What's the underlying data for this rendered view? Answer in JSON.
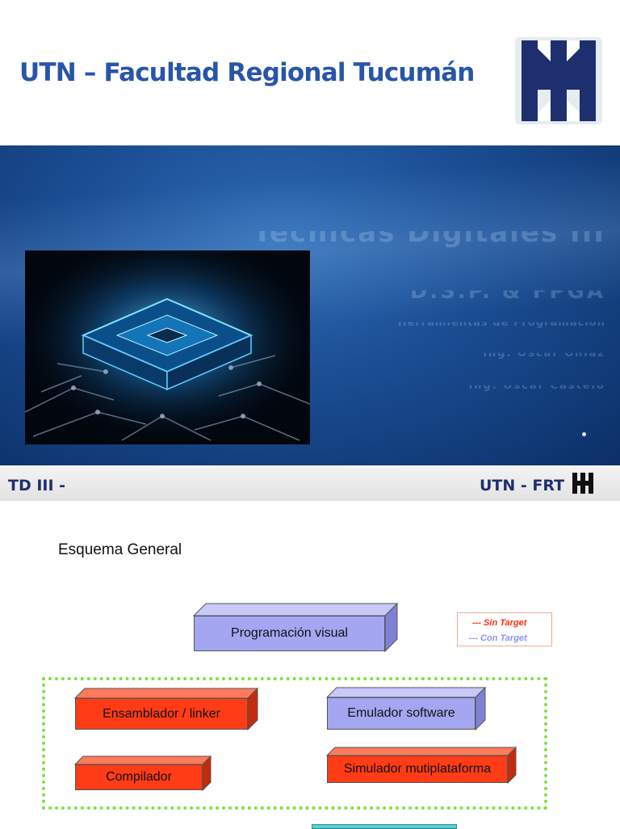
{
  "slide1": {
    "header_title": "UTN – Facultad Regional Tucumán",
    "banner_ghost_lines": [
      "Técnicas Digitales III",
      "D.S.P. & FPGA",
      "Herramientas de Programación",
      "Ing. Oscar Ghiaz",
      "Ing. Oscar Castelo"
    ],
    "footer_left": "TD III -",
    "footer_right": "UTN - FRT",
    "colors": {
      "title": "#2855a8",
      "banner": "#1a4d93",
      "footer_text": "#1e2f6f"
    }
  },
  "slide2": {
    "title": "Esquema General",
    "legend": {
      "sin_target": "--- Sin Target",
      "con_target": "--- Con Target"
    },
    "blocks": {
      "programacion_visual": "Programación visual",
      "ensamblador": "Ensamblador / linker",
      "emulador": "Emulador software",
      "compilador": "Compilador",
      "simulador": "Simulador mutiplataforma"
    },
    "colors": {
      "sin_target": "#ff3c16",
      "con_target": "#a4a6f2",
      "frame": "#7ee040"
    }
  }
}
